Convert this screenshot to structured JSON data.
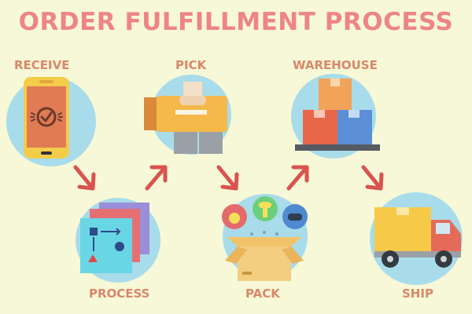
{
  "title": "ORDER FULFILLMENT PROCESS",
  "steps": [
    {
      "label": "RECEIVE",
      "icon": "smartphone-check-icon"
    },
    {
      "label": "PROCESS",
      "icon": "flowchart-documents-icon"
    },
    {
      "label": "PICK",
      "icon": "hand-picking-box-icon"
    },
    {
      "label": "PACK",
      "icon": "open-box-products-icon"
    },
    {
      "label": "WAREHOUSE",
      "icon": "stacked-boxes-pallet-icon"
    },
    {
      "label": "SHIP",
      "icon": "delivery-truck-icon"
    }
  ],
  "colors": {
    "background": "#f7f8d7",
    "title": "#ee8486",
    "label": "#d9876a",
    "circle": "#a8dcea",
    "arrow": "#d9534f"
  }
}
